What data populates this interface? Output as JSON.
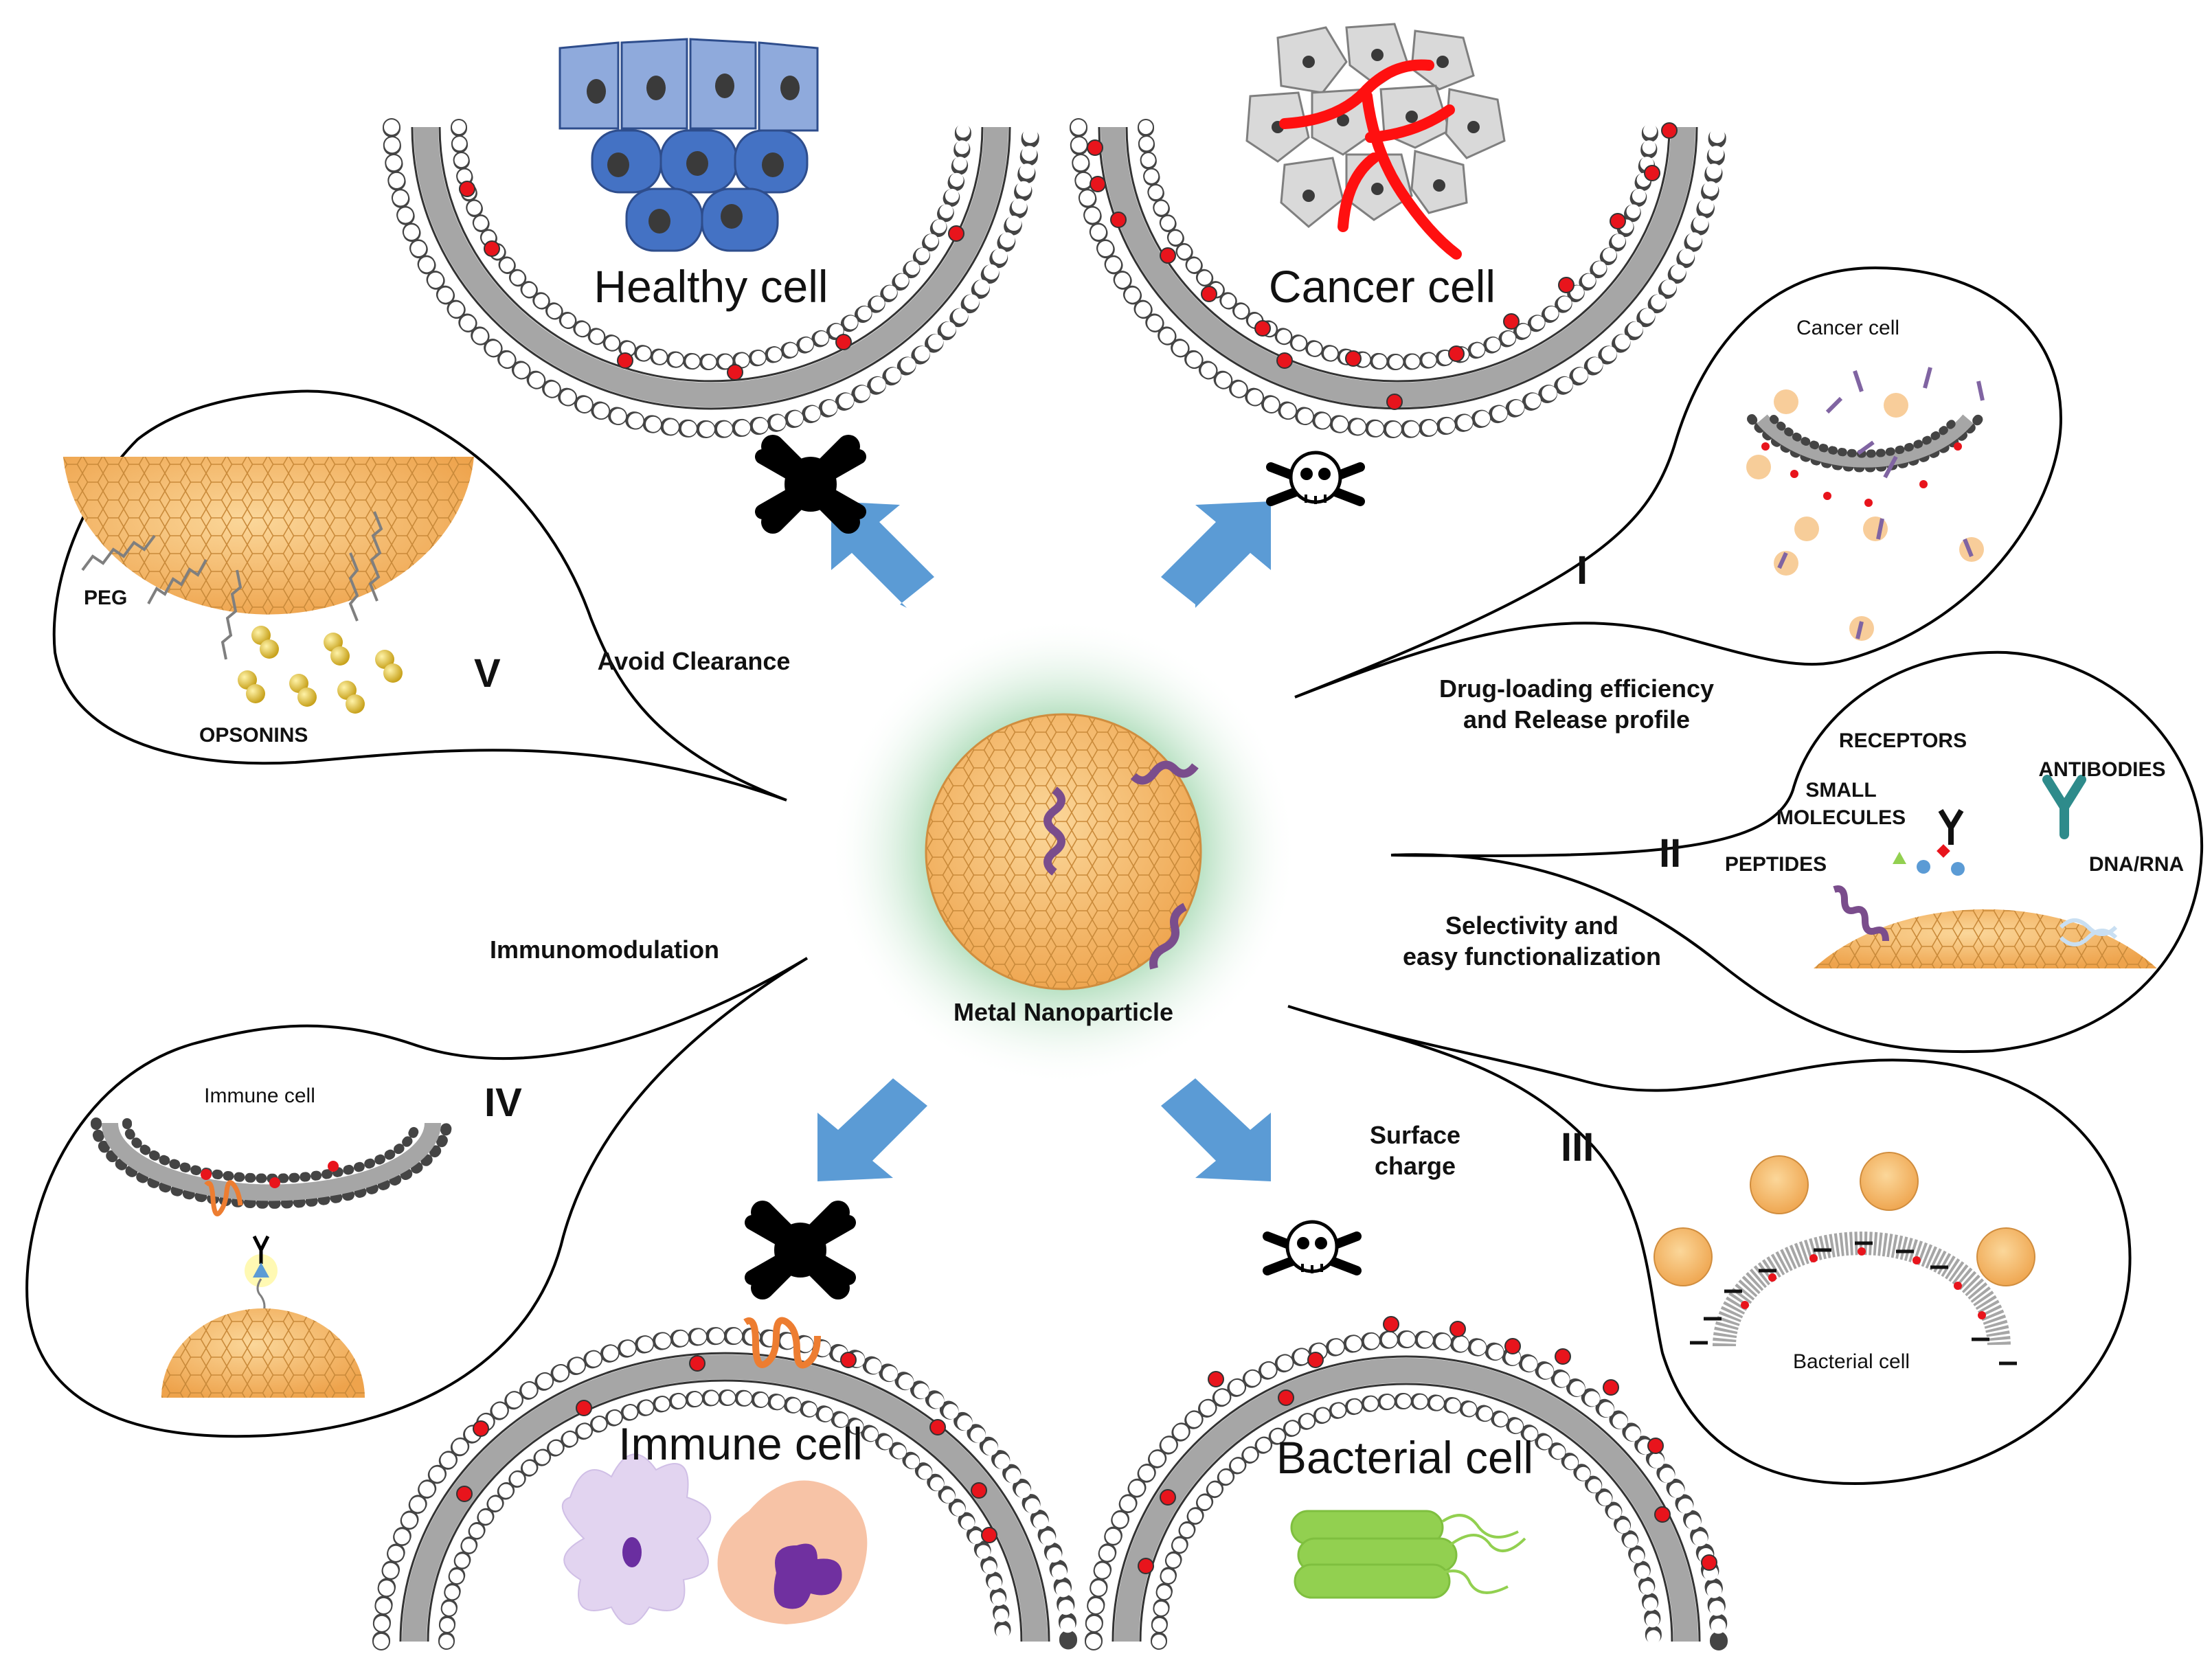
{
  "center": {
    "label": "Metal Nanoparticle"
  },
  "cells": {
    "healthy": "Healthy cell",
    "cancer": "Cancer cell",
    "immune": "Immune  cell",
    "bacterial": "Bacterial cell"
  },
  "properties": {
    "avoid_clearance": "Avoid  Clearance",
    "drug_loading_1": "Drug-loading  efficiency",
    "drug_loading_2": "and Release profile",
    "selectivity_1": "Selectivity and",
    "selectivity_2": "easy functionalization",
    "immunomodulation": "Immunomodulation",
    "surface_charge_1": "Surface",
    "surface_charge_2": "charge"
  },
  "panels": {
    "I": {
      "numeral": "I",
      "title": "Cancer cell"
    },
    "II": {
      "numeral": "II",
      "receptors": "RECEPTORS",
      "antibodies": "ANTIBODIES",
      "small_1": "SMALL",
      "small_2": "MOLECULES",
      "peptides": "PEPTIDES",
      "dna": "DNA/RNA"
    },
    "III": {
      "numeral": "III",
      "title": "Bacterial cell"
    },
    "IV": {
      "numeral": "IV",
      "title": "Immune  cell"
    },
    "V": {
      "numeral": "V",
      "peg": "PEG",
      "opsonins": "OPSONINS"
    }
  },
  "colors": {
    "arrow": "#5b9bd5",
    "nanoparticle": "#f2b35c",
    "membrane_gray": "#a6a6a6",
    "marker_red": "#e8141c",
    "healthy_blue": "#4472c4",
    "cancer_gray": "#d9d9d9",
    "vessel_red": "#ff1010",
    "glow_green": "#a8d8b0"
  },
  "icons": {
    "toxic": "skull-crossbones-icon",
    "nontoxic": "crossed-skull-icon",
    "direction": "arrow-icon"
  }
}
